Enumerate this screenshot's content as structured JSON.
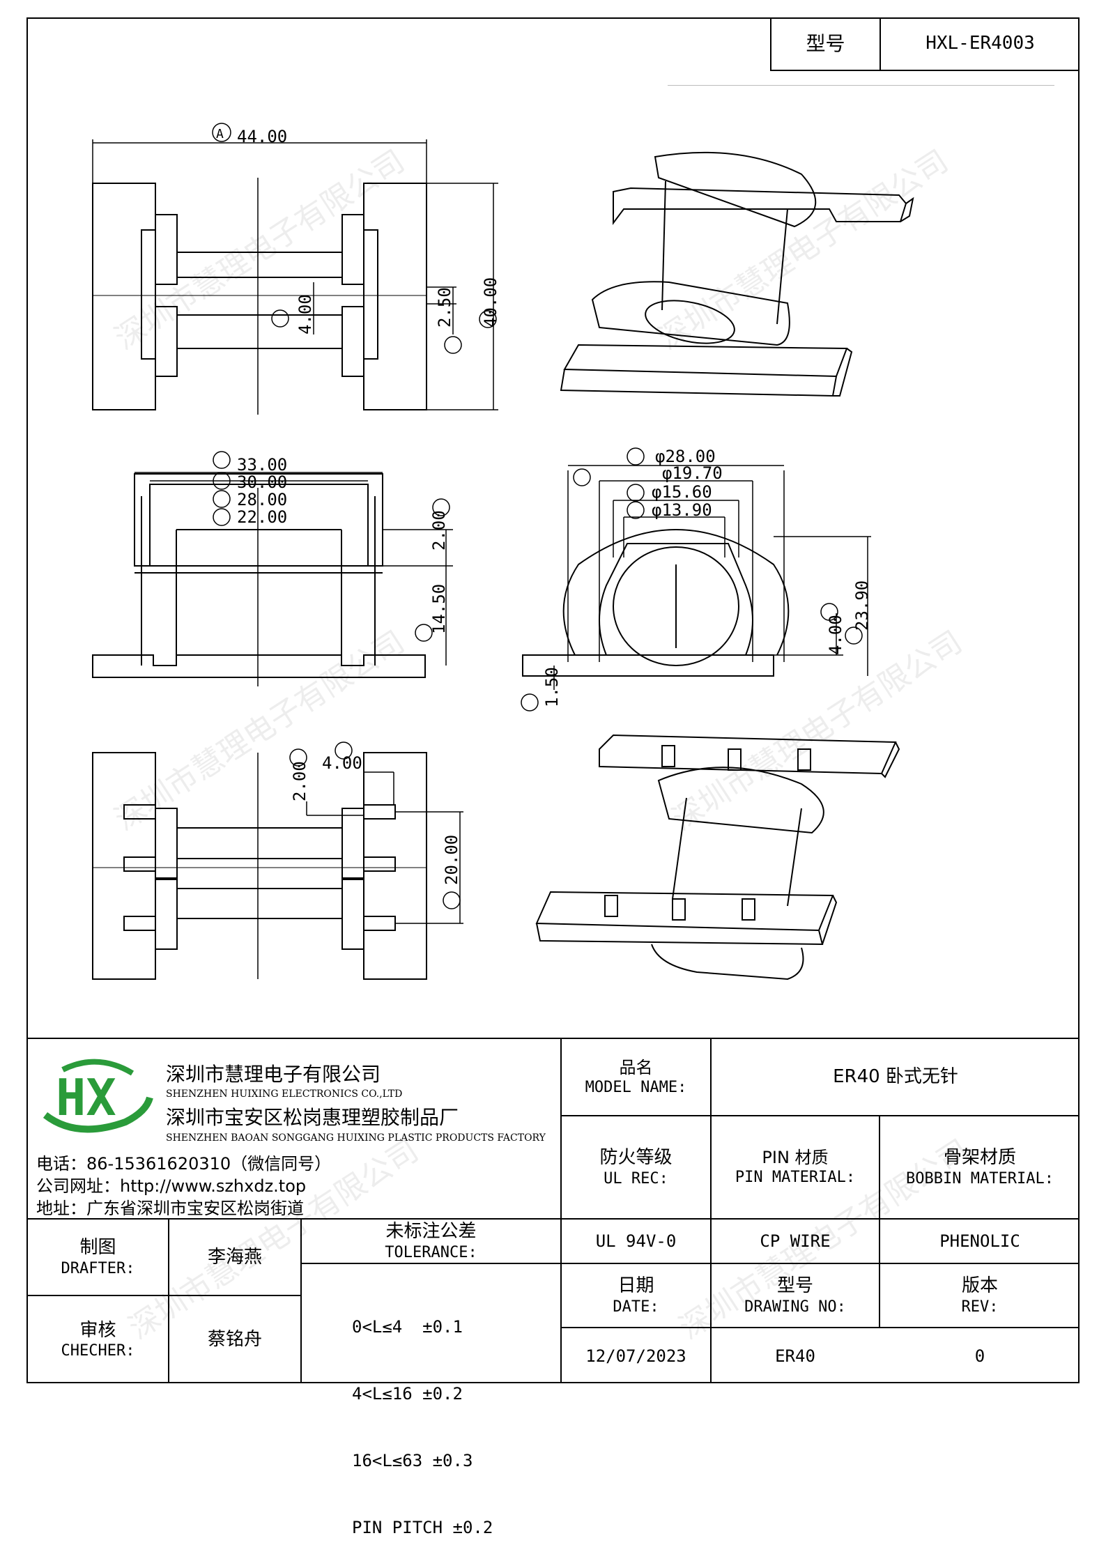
{
  "header": {
    "model_label": "型号",
    "model_value": "HXL-ER4003"
  },
  "watermark": "深圳市慧理电子有限公司",
  "dims": {
    "top_view": {
      "A": "44.00",
      "B": "40.00",
      "C": "2.50",
      "D": "4.00"
    },
    "front_view": {
      "E": "33.00",
      "F": "30.00",
      "G": "28.00",
      "H": "22.00",
      "I": "2.00",
      "J": "14.50"
    },
    "side_view": {
      "K": "φ28.00",
      "L": "φ19.70",
      "M": "φ15.60",
      "N": "φ13.90",
      "O": "23.90",
      "P": "4.00",
      "Q": "1.50"
    },
    "bottom_view": {
      "R": "4.00",
      "S": "2.00",
      "T": "20.00"
    }
  },
  "company": {
    "name_cn": "深圳市慧理电子有限公司",
    "name_en": "SHENZHEN HUIXING ELECTRONICS CO.,LTD",
    "factory_cn": "深圳市宝安区松岗惠理塑胶制品厂",
    "factory_en": "SHENZHEN BAOAN SONGGANG HUIXING PLASTIC PRODUCTS FACTORY",
    "phone": "电话：86-15361620310（微信同号）",
    "website": "公司网址：http://www.szhxdz.top",
    "address": "地址：广东省深圳市宝安区松岗街道",
    "logo_text": "HX"
  },
  "title_block": {
    "model_name_cn": "品名",
    "model_name_en": "MODEL NAME:",
    "model_name_value": "ER40 卧式无针",
    "ul_cn": "防火等级",
    "ul_en": "UL REC:",
    "ul_value": "UL 94V-0",
    "pin_cn": "PIN 材质",
    "pin_en": "PIN MATERIAL:",
    "pin_value": "CP WIRE",
    "bobbin_cn": "骨架材质",
    "bobbin_en": "BOBBIN MATERIAL:",
    "bobbin_value": "PHENOLIC",
    "drafter_cn": "制图",
    "drafter_en": "DRAFTER:",
    "drafter_value": "李海燕",
    "checker_cn": "审核",
    "checker_en": "CHECHER:",
    "checker_value": "蔡铭舟",
    "tolerance_cn": "未标注公差",
    "tolerance_en": "TOLERANCE:",
    "tolerance_lines": [
      "0<L≤4  ±0.1",
      "4<L≤16 ±0.2",
      "16<L≤63 ±0.3",
      "PIN PITCH ±0.2"
    ],
    "date_cn": "日期",
    "date_en": "DATE:",
    "date_value": "12/07/2023",
    "drawing_cn": "型号",
    "drawing_en": "DRAWING NO:",
    "drawing_value": "ER40",
    "rev_cn": "版本",
    "rev_en": "REV:",
    "rev_value": "0"
  }
}
